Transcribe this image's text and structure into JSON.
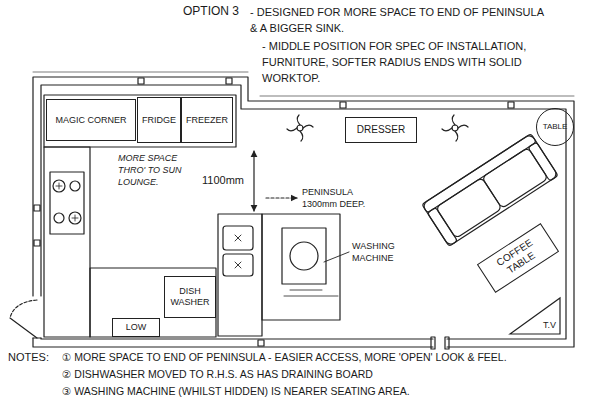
{
  "diagram": {
    "title": "OPTION 3",
    "nodes": [
      {
        "text": [
          "MAGIC CORNER"
        ]
      },
      {
        "text": [
          "FRIDGE"
        ]
      },
      {
        "text": [
          "FREEZER"
        ]
      },
      {
        "text": [
          "DRESSER"
        ]
      },
      {
        "text": [
          "TABLE"
        ]
      },
      {
        "text": [
          "COFFEE TABLE"
        ]
      },
      {
        "text": [
          "DISH WASHER"
        ]
      },
      {
        "text": [
          "LOW"
        ]
      },
      {
        "text": [
          "T.V"
        ]
      }
    ],
    "labels": [
      "- DESIGNED FOR MORE SPACE TO END OF PENINSULA & A BIGGER SINK.",
      "- MIDDLE POSITION FOR SPEC OF INSTALLATION, FURNITURE, SOFTER RADIUS ENDS WITH SOLID WORKTOP.",
      "MORE SPACE THRO' TO SUN LOUNGE.",
      "1100mm",
      "PENINSULA 1300mm DEEP.",
      "WASHING MACHINE",
      "NOTES:",
      "① MORE SPACE TO END OF PENINSULA - EASIER ACCESS, MORE 'OPEN' LOOK & FEEL.",
      "② DISHWASHER MOVED TO R.H.S. AS HAS DRAINING BOARD",
      "③ WASHING MACHINE (WHILST HIDDEN) IS NEARER SEATING AREA."
    ]
  }
}
